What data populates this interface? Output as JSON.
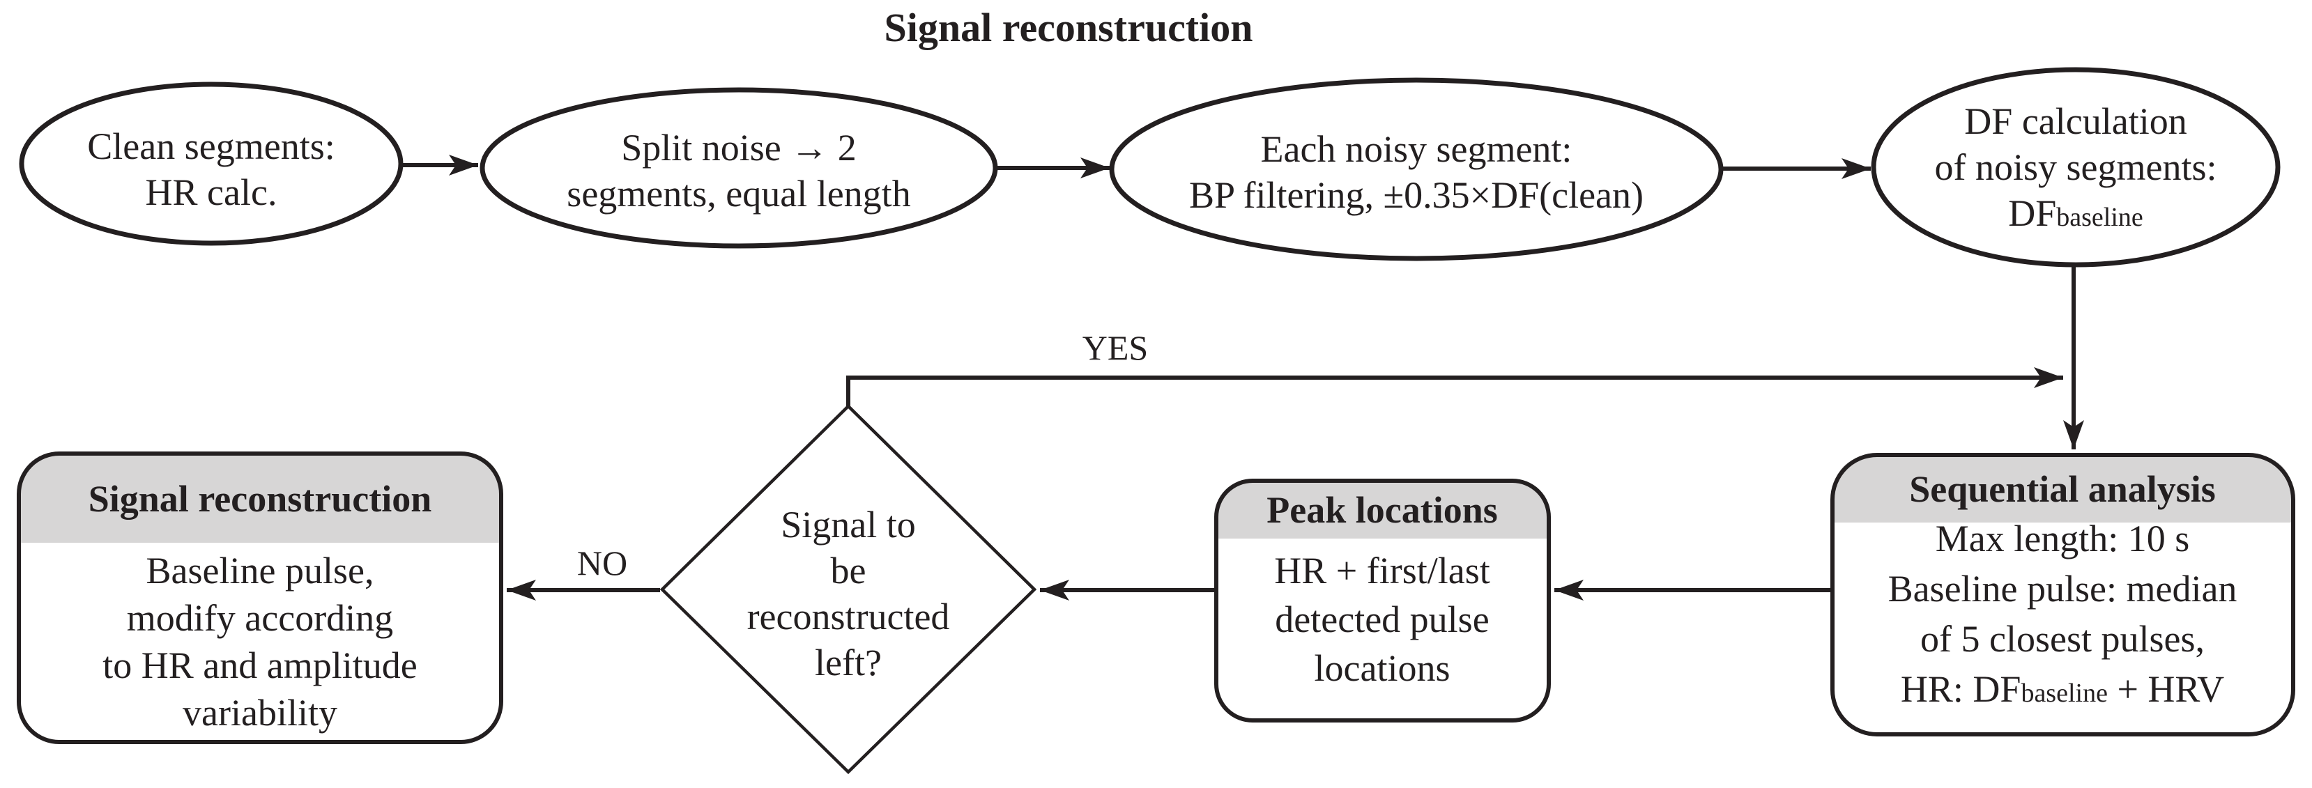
{
  "title": "Signal reconstruction",
  "colors": {
    "line": "#231f20",
    "header_fill": "#d7d6d6",
    "text": "#231f20",
    "background": "#ffffff"
  },
  "ellipses": {
    "clean_segments": {
      "lines": [
        "Clean segments:",
        "HR calc."
      ]
    },
    "split_noise": {
      "lines": [
        "Split noise → 2",
        "segments, equal length"
      ]
    },
    "bp_filtering": {
      "lines": [
        "Each noisy segment:",
        "BP filtering, ±0.35×DF(clean)"
      ]
    },
    "df_calculation": {
      "lines": [
        "DF calculation",
        "of noisy segments:"
      ],
      "df": {
        "main": "DF",
        "sub": "baseline"
      }
    }
  },
  "boxes": {
    "signal_reconstruction": {
      "header": "Signal reconstruction",
      "lines": [
        "Baseline pulse,",
        "modify according",
        "to HR and amplitude",
        "variability"
      ]
    },
    "peak_locations": {
      "header": "Peak locations",
      "lines": [
        "HR + first/last",
        "detected pulse",
        "locations"
      ]
    },
    "sequential_analysis": {
      "header": "Sequential analysis",
      "lines": [
        "Max length: 10 s",
        "Baseline pulse: median",
        "of 5 closest pulses,"
      ],
      "hr_line": {
        "pre": "HR: DF",
        "sub": "baseline",
        "post": " + HRV"
      }
    }
  },
  "diamond": {
    "lines": [
      "Signal to",
      "be",
      "reconstructed",
      "left?"
    ]
  },
  "edge_labels": {
    "yes": "YES",
    "no": "NO"
  }
}
